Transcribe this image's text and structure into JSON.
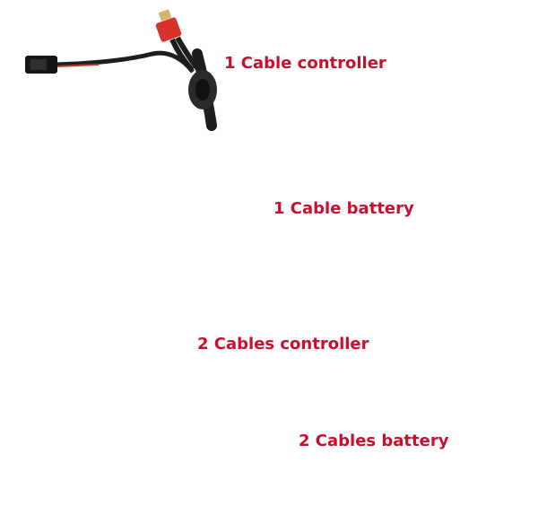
{
  "labels": {
    "one_cable_controller": "1 Cable controller",
    "one_cable_battery": "1 Cable battery",
    "two_cables_controller": "2 Cables controller",
    "two_cables_battery": "2 Cables battery"
  },
  "colors": {
    "label_red": "#c8102e",
    "battery_green": "#22b57a",
    "connector_red": "#d9322b",
    "connector_yellow": "#f2c21c",
    "cable_black": "#1e1e1e",
    "cable_red": "#c0392b"
  }
}
